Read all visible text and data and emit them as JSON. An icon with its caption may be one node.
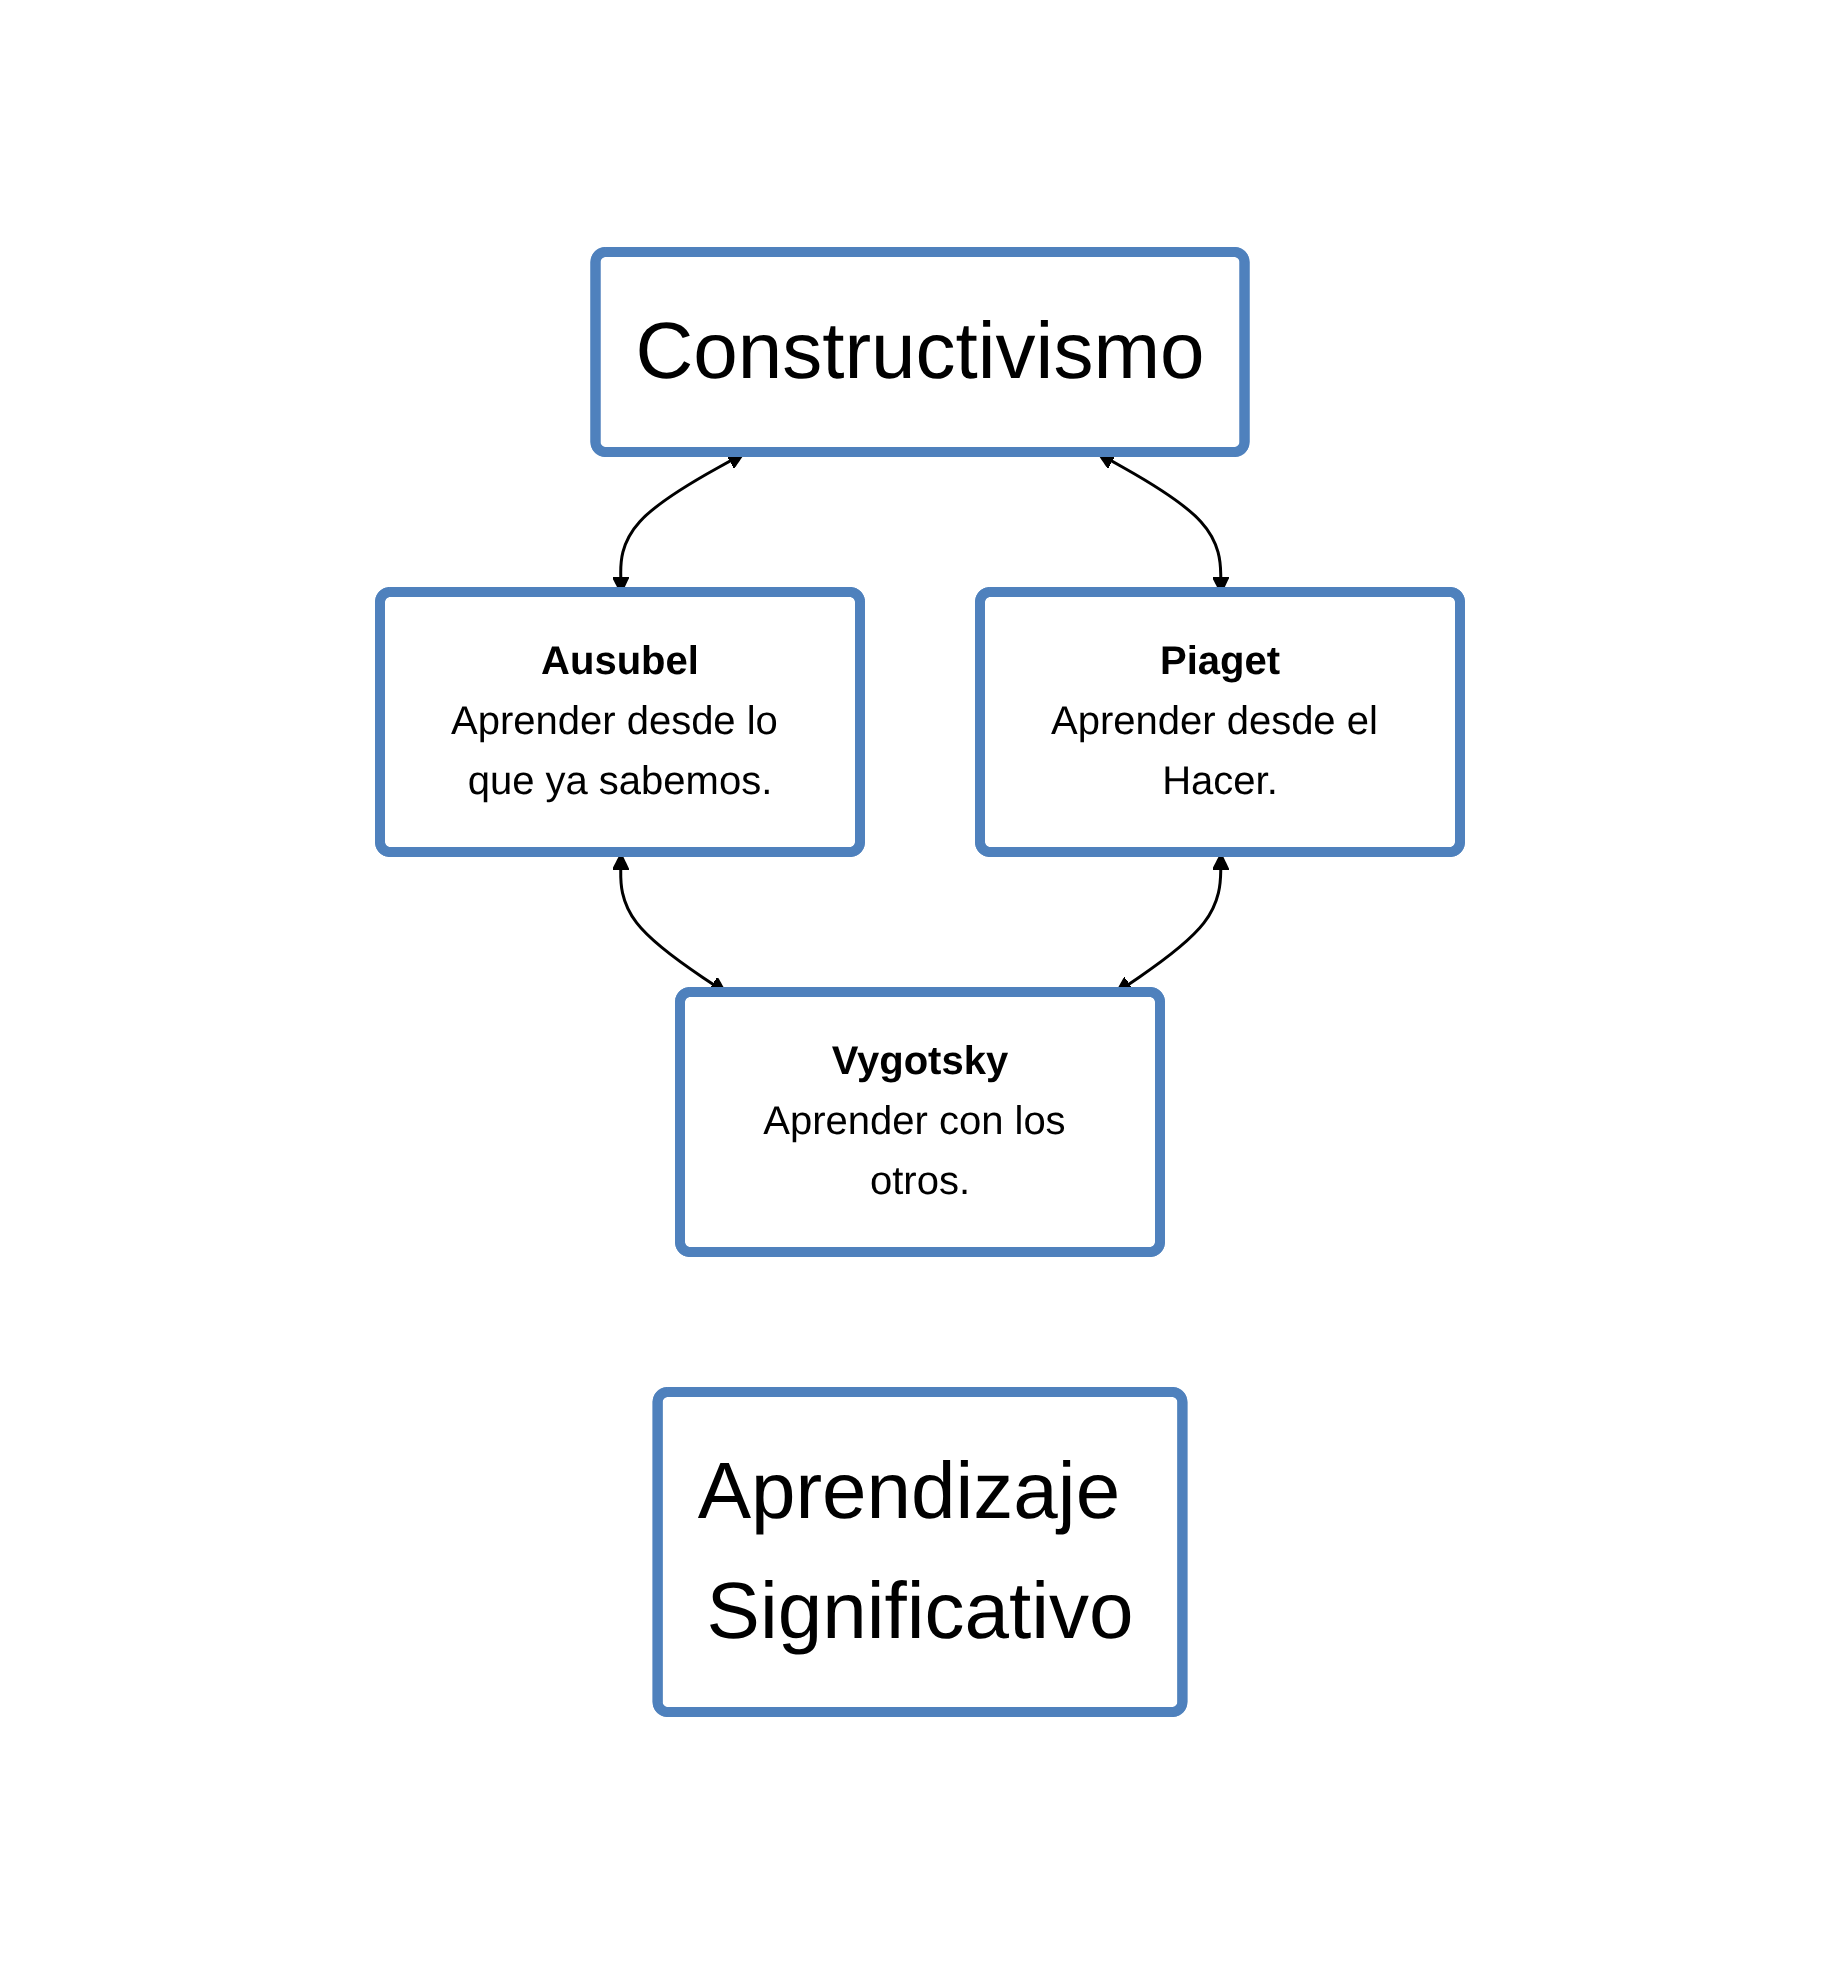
{
  "diagram": {
    "nodes": [
      {
        "text": [
          "Constructivismo"
        ]
      },
      {
        "text": [
          "Ausubel",
          "Aprender desde lo que ya sabemos."
        ]
      },
      {
        "text": [
          "Piaget",
          "Aprender desde el Hacer."
        ]
      },
      {
        "text": [
          "Vygotsky",
          "Aprender con los otros."
        ]
      },
      {
        "text": [
          "Aprendizaje Significativo"
        ]
      }
    ],
    "edges": [
      {
        "from": 0,
        "to": 1,
        "arrow": "both"
      },
      {
        "from": 0,
        "to": 2,
        "arrow": "both"
      },
      {
        "from": 1,
        "to": 3,
        "arrow": "both"
      },
      {
        "from": 2,
        "to": 3,
        "arrow": "both"
      }
    ]
  }
}
